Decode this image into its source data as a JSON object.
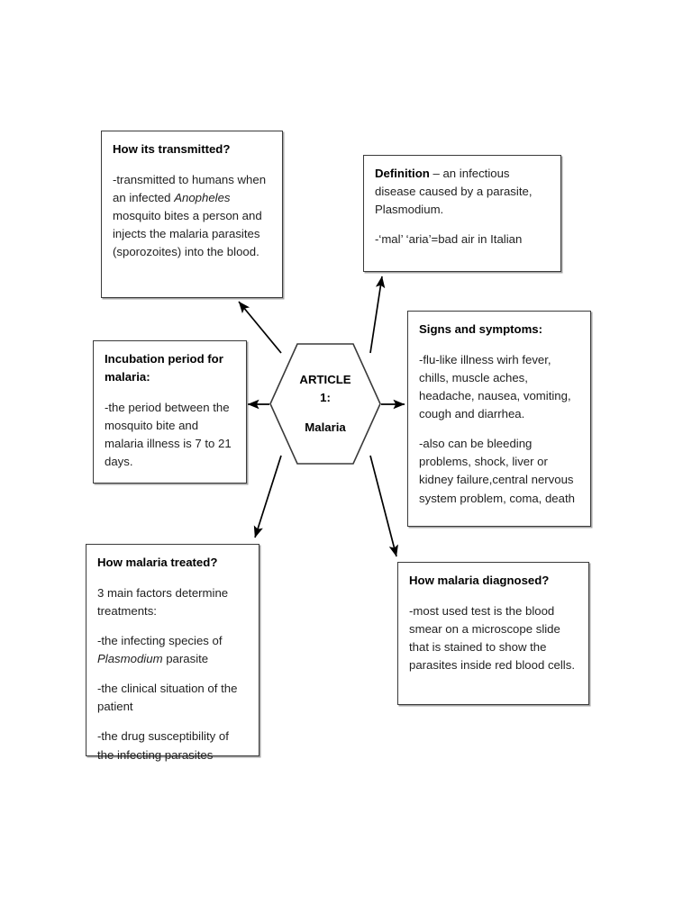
{
  "diagram": {
    "type": "concept-map",
    "center": {
      "shape": "hexagon",
      "line1": "ARTICLE",
      "line2": "1:",
      "line3": "Malaria"
    },
    "nodes": [
      {
        "id": "transmitted",
        "heading": "How its transmitted?",
        "body_pre": "-transmitted to humans when an infected ",
        "body_italic": "Anopheles",
        "body_post": " mosquito bites a person and injects the malaria parasites (sporozoites) into the blood."
      },
      {
        "id": "definition",
        "heading": "Definition",
        "heading_rest": " – an infectious disease caused by a parasite, Plasmodium.",
        "body2": "-‘mal’ ‘aria’=bad air in Italian"
      },
      {
        "id": "signs",
        "heading": "Signs and symptoms:",
        "body1": "-flu-like illness wirh fever, chills, muscle aches, headache, nausea, vomiting, cough and diarrhea.",
        "body2": "-also can be bleeding problems, shock, liver or kidney failure,central nervous system problem, coma, death"
      },
      {
        "id": "incubation",
        "heading": "Incubation period for malaria:",
        "body1": "-the period between the mosquito bite and malaria illness is 7 to 21 days."
      },
      {
        "id": "treated",
        "heading": "How malaria treated?",
        "body1": "3 main factors determine treatments:",
        "body2_pre": "-the infecting species of ",
        "body2_italic": "Plasmodium",
        "body2_post": " parasite",
        "body3": "-the clinical situation of the patient",
        "body4": "-the drug susceptibility of the infecting parasites"
      },
      {
        "id": "diagnosed",
        "heading": "How malaria diagnosed?",
        "body1": "-most used test is the blood smear on a microscope slide that is stained to show the parasites inside red blood cells."
      }
    ],
    "connectors": [
      {
        "from": "center",
        "to": "transmitted",
        "direction": "up-left"
      },
      {
        "from": "center",
        "to": "definition",
        "direction": "up-right"
      },
      {
        "from": "center",
        "to": "signs",
        "direction": "right"
      },
      {
        "from": "center",
        "to": "incubation",
        "direction": "left"
      },
      {
        "from": "center",
        "to": "treated",
        "direction": "down-left"
      },
      {
        "from": "center",
        "to": "diagnosed",
        "direction": "down-right"
      }
    ],
    "colors": {
      "page_background": "#ffffff",
      "box_border": "#3a3a3a",
      "text": "#1f1f1f",
      "heading_text": "#000000",
      "connector": "#000000"
    }
  }
}
